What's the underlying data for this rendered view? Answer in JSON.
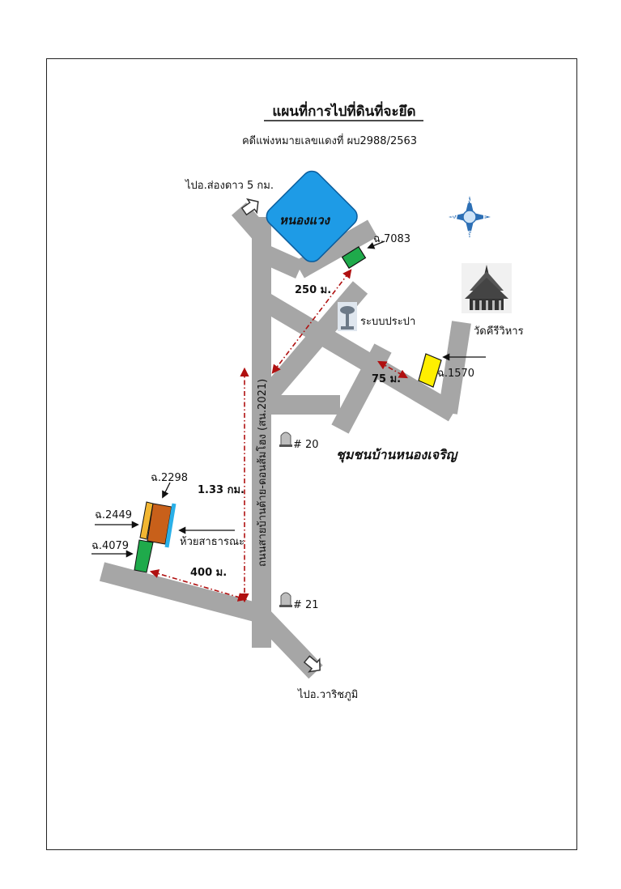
{
  "title": "แผนที่การไปที่ดินที่จะยึด",
  "subtitle": "คดีแพ่งหมายเลขแดงที่ ผบ2988/2563",
  "labels": {
    "to_song_dao": "ไปอ.ส่องดาว 5 กม.",
    "to_waritchaphum": "ไปอ.วาริชภูมิ",
    "lake": "หนองแวง",
    "water_system": "ระบบประปา",
    "temple": "วัดคีรีวิหาร",
    "community": "ชุมชนบ้านหนองเจริญ",
    "road": "ถนนสายบ้านต้าย-ดอนส้มโฮง (สน.2021)",
    "stream": "ห้วยสาธารณะ",
    "km21": "# 21",
    "km20": "# 20"
  },
  "parcels": {
    "p7083": "ฉ.7083",
    "p1570": "ฉ.1570",
    "p2298": "ฉ.2298",
    "p2449": "ฉ.2449",
    "p4079": "ฉ.4079"
  },
  "distances": {
    "d250": "250 ม.",
    "d75": "75 ม.",
    "d133": "1.33 กม.",
    "d400": "400 ม."
  },
  "compass": {
    "n": "N",
    "s": "S",
    "e": "E",
    "w": "W"
  },
  "colors": {
    "road": "#a6a6a6",
    "lake": "#1e9be6",
    "parcel_green": "#1faa4b",
    "parcel_yellow": "#ffef00",
    "parcel_orange": "#c8601a",
    "parcel_gold": "#f2b632",
    "stream": "#2ab0e8",
    "distance": "#b01010"
  }
}
